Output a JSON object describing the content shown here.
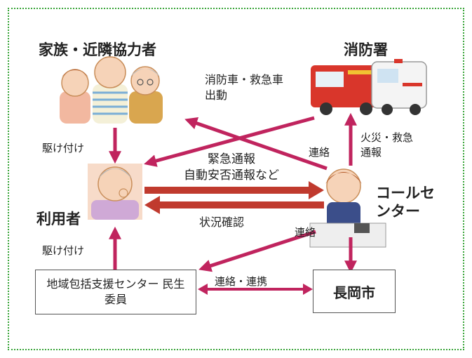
{
  "nodes": {
    "family": "家族・近隣協力者",
    "fire_station": "消防署",
    "user": "利用者",
    "call_center": "コールセンター",
    "community_center": "地域包括支援センター 民生委員",
    "nagaoka_city": "長岡市"
  },
  "edges": {
    "dispatch": "消防車・救急車\n出動",
    "rush_family": "駆け付け",
    "rush_center": "駆け付け",
    "contact_fire": "連絡",
    "fire_report": "火災・救急\n通報",
    "emergency": "緊急通報\n自動安否通報など",
    "status_check": "状況確認",
    "contact_center": "連絡",
    "cooperation": "連絡・連携"
  },
  "colors": {
    "arrow_magenta": "#c0245e",
    "arrow_red": "#c03a2e",
    "border_green": "#3aa53a"
  }
}
